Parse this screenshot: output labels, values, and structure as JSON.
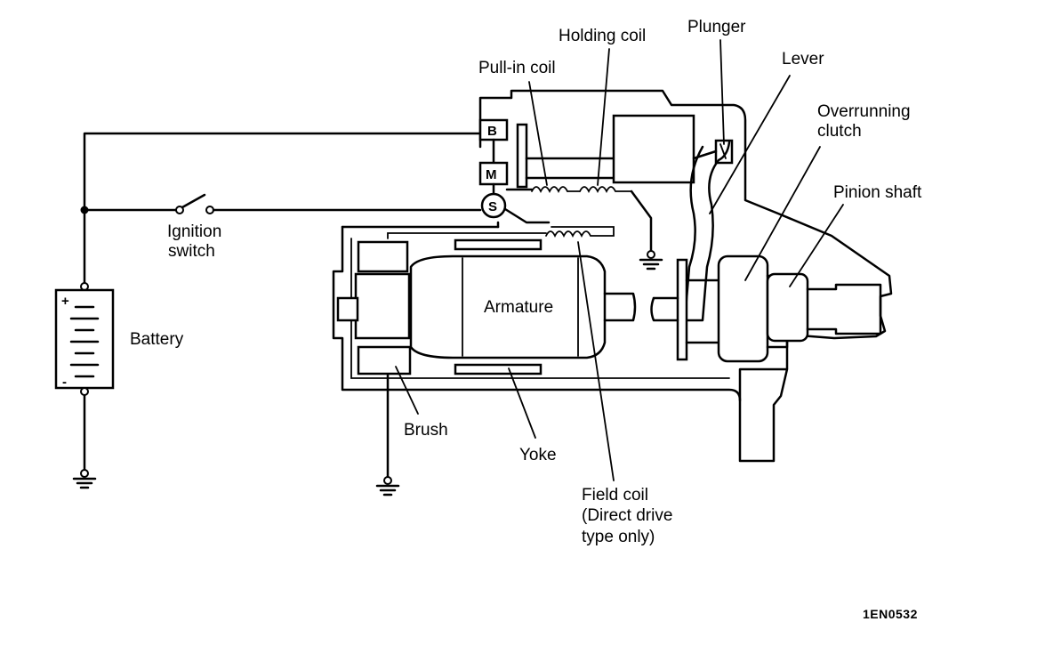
{
  "labels": {
    "holding_coil": "Holding coil",
    "plunger": "Plunger",
    "pull_in_coil": "Pull-in coil",
    "lever": "Lever",
    "overrunning_clutch_1": "Overrunning",
    "overrunning_clutch_2": "clutch",
    "pinion_shaft": "Pinion shaft",
    "ignition_switch_1": "Ignition",
    "ignition_switch_2": "switch",
    "battery": "Battery",
    "armature": "Armature",
    "brush": "Brush",
    "yoke": "Yoke",
    "field_coil_1": "Field coil",
    "field_coil_2": "(Direct drive",
    "field_coil_3": "type only)"
  },
  "terminals": {
    "b": "B",
    "m": "M",
    "s": "S"
  },
  "battery_polarity": {
    "plus": "+",
    "minus": "-"
  },
  "figure_ref": "1EN0532"
}
